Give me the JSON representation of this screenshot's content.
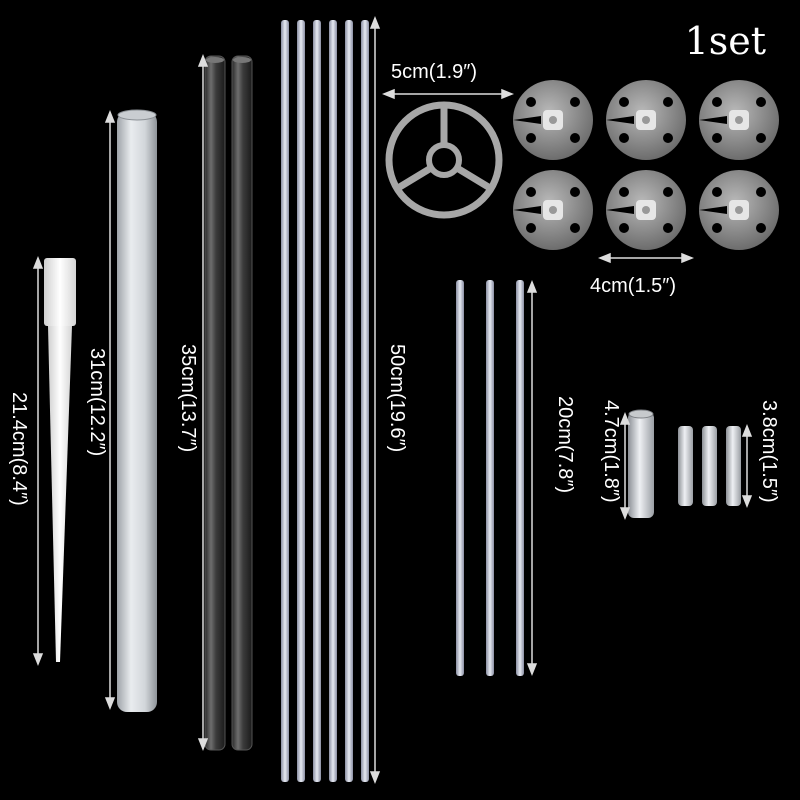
{
  "title": "1set",
  "labels": {
    "ring": "5cm(1.9″)",
    "clip": "4cm(1.5″)",
    "cone": "21.4cm(8.4″)",
    "tube": "31cm(12.2″)",
    "dark_rod": "35cm(13.7″)",
    "long_rod": "50cm(19.6″)",
    "short_rod": "20cm(7.8″)",
    "big_connector": "4.7cm(1.8″)",
    "small_connector": "3.8cm(1.5″)"
  },
  "colors": {
    "background": "#000000",
    "plastic": "#e8eaee",
    "rod": "#c7cbd6",
    "clip": "#8c8c8c"
  }
}
